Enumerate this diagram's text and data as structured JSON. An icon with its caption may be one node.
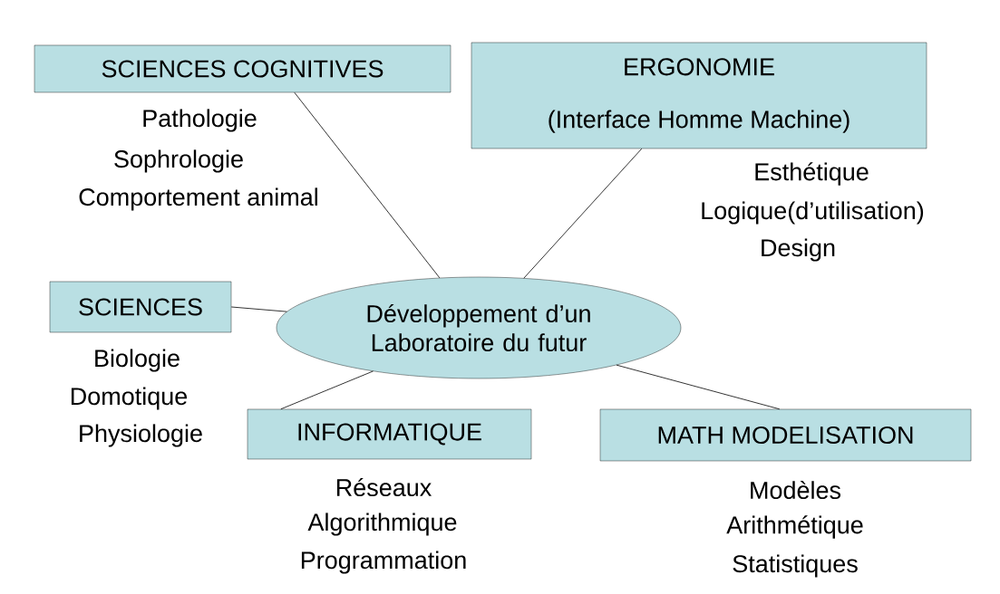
{
  "diagram": {
    "nodes": [
      {
        "text": [
          "SCIENCES COGNITIVES"
        ],
        "beside": [
          "Pathologie",
          "Sophrologie",
          "Comportement animal"
        ]
      },
      {
        "text": [
          "ERGONOMIE",
          "(Interface Homme Machine)"
        ],
        "beside": [
          "Esthétique",
          "Logique(d’utilisation)",
          "Design"
        ]
      },
      {
        "text": [
          "SCIENCES"
        ],
        "beside": [
          "Biologie",
          "Domotique",
          "Physiologie"
        ]
      },
      {
        "text": [
          "Développement d’un Laboratoire du futur"
        ]
      },
      {
        "text": [
          "INFORMATIQUE"
        ],
        "beside": [
          "Réseaux",
          "Algorithmique",
          "Programmation"
        ]
      },
      {
        "text": [
          "MATH MODELISATION"
        ],
        "beside": [
          "Modèles",
          "Arithmétique",
          "Statistiques"
        ]
      }
    ],
    "edges": [
      {
        "from": 0,
        "to": 3,
        "arrow": "none"
      },
      {
        "from": 1,
        "to": 3,
        "arrow": "none"
      },
      {
        "from": 2,
        "to": 3,
        "arrow": "none"
      },
      {
        "from": 4,
        "to": 3,
        "arrow": "none"
      },
      {
        "from": 5,
        "to": 3,
        "arrow": "none"
      }
    ]
  }
}
